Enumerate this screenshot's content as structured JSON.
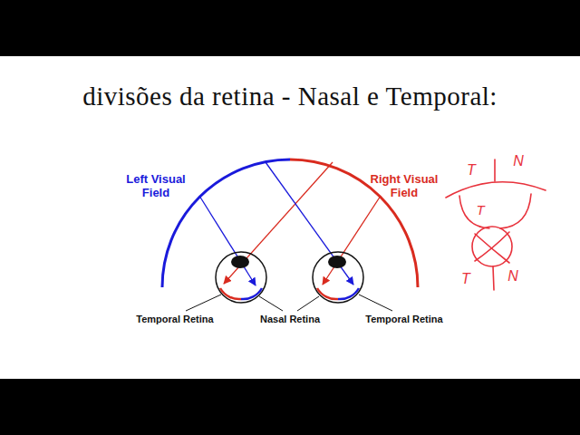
{
  "diagram": {
    "title": "divisões da retina - Nasal e Temporal:",
    "labels": [
      "Left Visual Field",
      "Right Visual Field",
      "Temporal Retina",
      "Nasal Retina",
      "Temporal Retina",
      "T",
      "N",
      "T",
      "T",
      "N"
    ]
  }
}
